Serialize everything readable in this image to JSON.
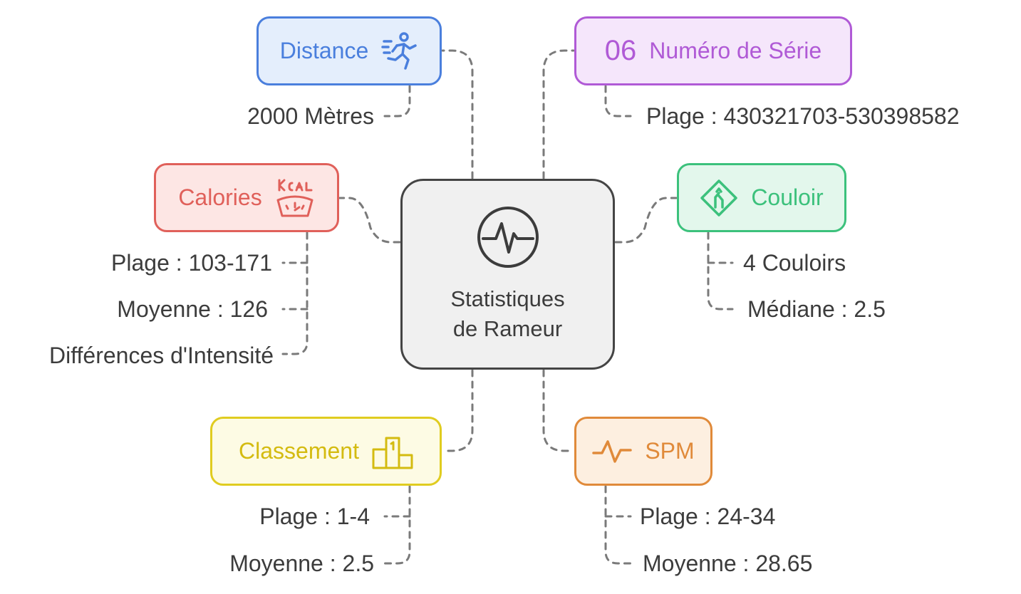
{
  "center": {
    "title_line1": "Statistiques",
    "title_line2": "de Rameur",
    "icon": "pulse-icon"
  },
  "nodes": {
    "distance": {
      "label": "Distance",
      "icon": "runner-icon",
      "color": "#4a7fdd"
    },
    "serie": {
      "number": "06",
      "label": "Numéro de Série",
      "color": "#b05ad6"
    },
    "calories": {
      "label": "Calories",
      "icon": "kcal-scale-icon",
      "color": "#e0605a"
    },
    "couloir": {
      "label": "Couloir",
      "icon": "lane-merge-icon",
      "color": "#3cc17c"
    },
    "classement": {
      "label": "Classement",
      "icon": "podium-icon",
      "color": "#d4bb10"
    },
    "spm": {
      "label": "SPM",
      "icon": "heartbeat-icon",
      "color": "#e08a3a"
    }
  },
  "leaves": {
    "distance": [
      "2000 Mètres"
    ],
    "serie": [
      "Plage : 430321703-530398582"
    ],
    "calories": [
      "Plage : 103-171",
      "Moyenne : 126",
      "Différences d'Intensité"
    ],
    "couloir": [
      "4 Couloirs",
      "Médiane : 2.5"
    ],
    "classement": [
      "Plage : 1-4",
      "Moyenne : 2.5"
    ],
    "spm": [
      "Plage : 24-34",
      "Moyenne : 28.65"
    ]
  }
}
